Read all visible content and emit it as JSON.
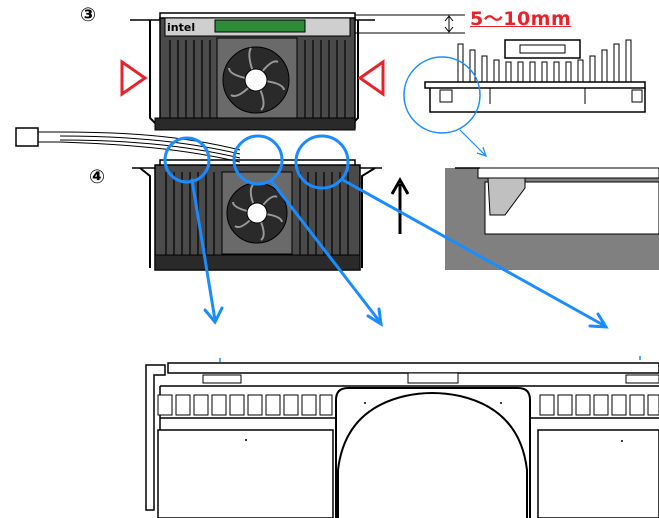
{
  "labels": {
    "step3": "③",
    "step4": "④",
    "dimension": "5～10mm",
    "brand": "intel"
  },
  "icons": [
    "circled-three-icon",
    "circled-four-icon",
    "fan-icon",
    "arrow-up-icon",
    "triangle-marker-icon",
    "connector-plug-icon",
    "magnifier-circle-icon",
    "callout-arrow-icon"
  ],
  "colors": {
    "heatsink": "#4a4a4a",
    "heatsink_dark": "#1e1e1e",
    "marker_red": "#e8222a",
    "callout_blue": "#1a8cff",
    "board_green": "#2e8b3a",
    "panel_gray": "#808080",
    "line": "#000000"
  }
}
